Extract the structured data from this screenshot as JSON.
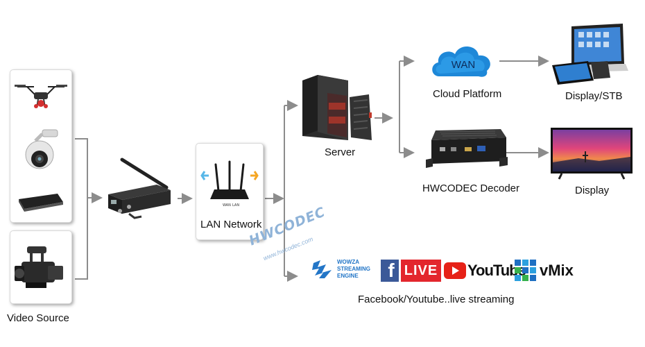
{
  "labels": {
    "video_source": "Video Source",
    "lan_network": "LAN Network",
    "server": "Server",
    "cloud_platform": "Cloud Platform",
    "hwcodec_decoder": "HWCODEC Decoder",
    "display_stb": "Display/STB",
    "display": "Display",
    "streaming": "Facebook/Youtube..live streaming"
  },
  "cloud_text": "WAN",
  "router_ports": {
    "wan": "WAN",
    "lan": "LAN"
  },
  "watermark": {
    "main": "HWCODEC",
    "sub": "www.hwcodec.com"
  },
  "platforms": {
    "wowza": {
      "line1": "WOWZA",
      "line2": "STREAMING",
      "line3": "ENGINE"
    },
    "facebook_f": "f",
    "live": "LIVE",
    "youtube": "YouTube",
    "vmix": "vMix"
  },
  "colors": {
    "arrow": "#8c8c8c",
    "cloud": "#1e88d8",
    "facebook": "#3b5998",
    "live_red": "#e3262d",
    "youtube_red": "#e62117",
    "wowza": "#2376c7",
    "watermark": "#8fb3d8"
  }
}
